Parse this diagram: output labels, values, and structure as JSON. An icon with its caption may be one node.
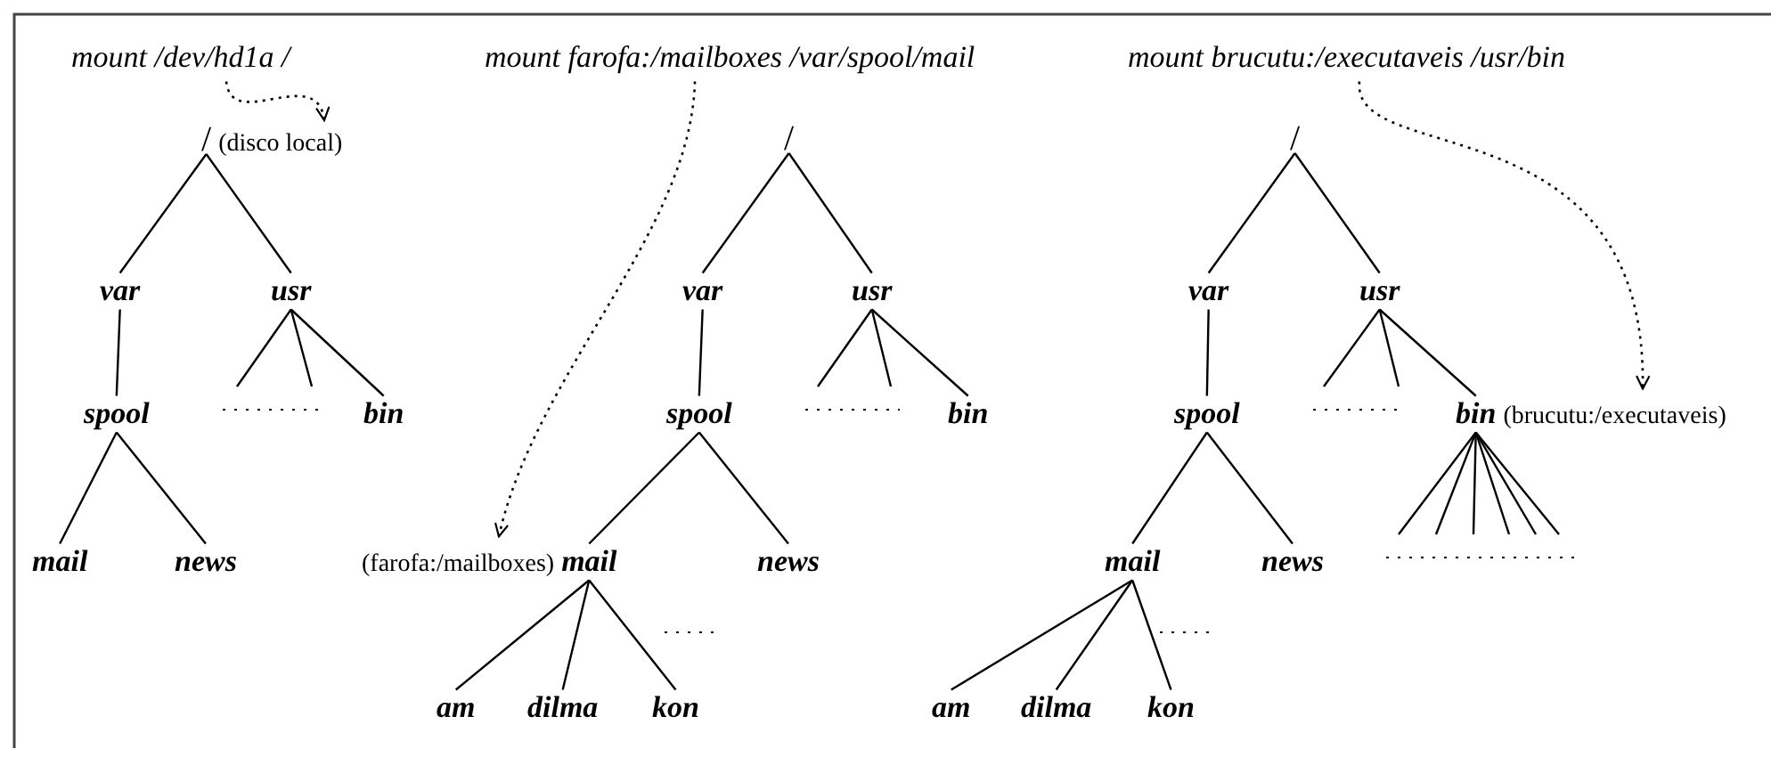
{
  "diagram": {
    "nodes": [
      {
        "text": [
          "mount /dev/hd1a /"
        ]
      },
      {
        "text": [
          "/"
        ],
        "beside": [
          "(disco local)"
        ]
      },
      {
        "text": [
          "var"
        ]
      },
      {
        "text": [
          "usr"
        ]
      },
      {
        "text": [
          "spool"
        ]
      },
      {
        "text": [
          "bin"
        ]
      },
      {
        "text": [
          "mail"
        ]
      },
      {
        "text": [
          "news"
        ]
      },
      {
        "text": [
          "mount farofa:/mailboxes /var/spool/mail"
        ]
      },
      {
        "text": [
          "/"
        ]
      },
      {
        "text": [
          "var"
        ]
      },
      {
        "text": [
          "usr"
        ]
      },
      {
        "text": [
          "spool"
        ]
      },
      {
        "text": [
          "bin"
        ]
      },
      {
        "text": [
          "mail"
        ],
        "beside": [
          "(farofa:/mailboxes)"
        ]
      },
      {
        "text": [
          "news"
        ]
      },
      {
        "text": [
          "am"
        ]
      },
      {
        "text": [
          "dilma"
        ]
      },
      {
        "text": [
          "kon"
        ]
      },
      {
        "text": [
          "mount brucutu:/executaveis /usr/bin"
        ]
      },
      {
        "text": [
          "/"
        ]
      },
      {
        "text": [
          "var"
        ]
      },
      {
        "text": [
          "usr"
        ]
      },
      {
        "text": [
          "spool"
        ]
      },
      {
        "text": [
          "bin"
        ],
        "beside": [
          "(brucutu:/executaveis)"
        ]
      },
      {
        "text": [
          "mail"
        ]
      },
      {
        "text": [
          "news"
        ]
      },
      {
        "text": [
          "am"
        ]
      },
      {
        "text": [
          "dilma"
        ]
      },
      {
        "text": [
          "kon"
        ]
      }
    ],
    "edges": [
      {
        "from": 0,
        "to": 1,
        "arrow": "to",
        "style": "dashed"
      },
      {
        "from": 1,
        "to": 2,
        "arrow": "none"
      },
      {
        "from": 1,
        "to": 3,
        "arrow": "none"
      },
      {
        "from": 2,
        "to": 4,
        "arrow": "none"
      },
      {
        "from": 3,
        "to": null,
        "arrow": "none"
      },
      {
        "from": 3,
        "to": null,
        "arrow": "none"
      },
      {
        "from": 3,
        "to": 5,
        "arrow": "none"
      },
      {
        "from": 4,
        "to": 6,
        "arrow": "none"
      },
      {
        "from": 4,
        "to": 7,
        "arrow": "none"
      },
      {
        "from": 8,
        "to": 14,
        "arrow": "to",
        "style": "dashed"
      },
      {
        "from": 9,
        "to": 10,
        "arrow": "none"
      },
      {
        "from": 9,
        "to": 11,
        "arrow": "none"
      },
      {
        "from": 10,
        "to": 12,
        "arrow": "none"
      },
      {
        "from": 11,
        "to": null,
        "arrow": "none"
      },
      {
        "from": 11,
        "to": null,
        "arrow": "none"
      },
      {
        "from": 11,
        "to": 13,
        "arrow": "none"
      },
      {
        "from": 12,
        "to": 14,
        "arrow": "none"
      },
      {
        "from": 12,
        "to": 15,
        "arrow": "none"
      },
      {
        "from": 14,
        "to": 16,
        "arrow": "none"
      },
      {
        "from": 14,
        "to": 17,
        "arrow": "none"
      },
      {
        "from": 14,
        "to": 18,
        "arrow": "none"
      },
      {
        "from": 19,
        "to": 24,
        "arrow": "to",
        "style": "dashed"
      },
      {
        "from": 20,
        "to": 21,
        "arrow": "none"
      },
      {
        "from": 20,
        "to": 22,
        "arrow": "none"
      },
      {
        "from": 21,
        "to": 23,
        "arrow": "none"
      },
      {
        "from": 22,
        "to": null,
        "arrow": "none"
      },
      {
        "from": 22,
        "to": null,
        "arrow": "none"
      },
      {
        "from": 22,
        "to": 24,
        "arrow": "none"
      },
      {
        "from": 23,
        "to": 25,
        "arrow": "none"
      },
      {
        "from": 23,
        "to": 26,
        "arrow": "none"
      },
      {
        "from": 25,
        "to": 27,
        "arrow": "none"
      },
      {
        "from": 25,
        "to": 28,
        "arrow": "none"
      },
      {
        "from": 25,
        "to": 29,
        "arrow": "none"
      },
      {
        "from": 24,
        "to": null,
        "arrow": "none"
      },
      {
        "from": 24,
        "to": null,
        "arrow": "none"
      },
      {
        "from": 24,
        "to": null,
        "arrow": "none"
      },
      {
        "from": 24,
        "to": null,
        "arrow": "none"
      },
      {
        "from": 24,
        "to": null,
        "arrow": "none"
      },
      {
        "from": 24,
        "to": null,
        "arrow": "none"
      }
    ]
  }
}
